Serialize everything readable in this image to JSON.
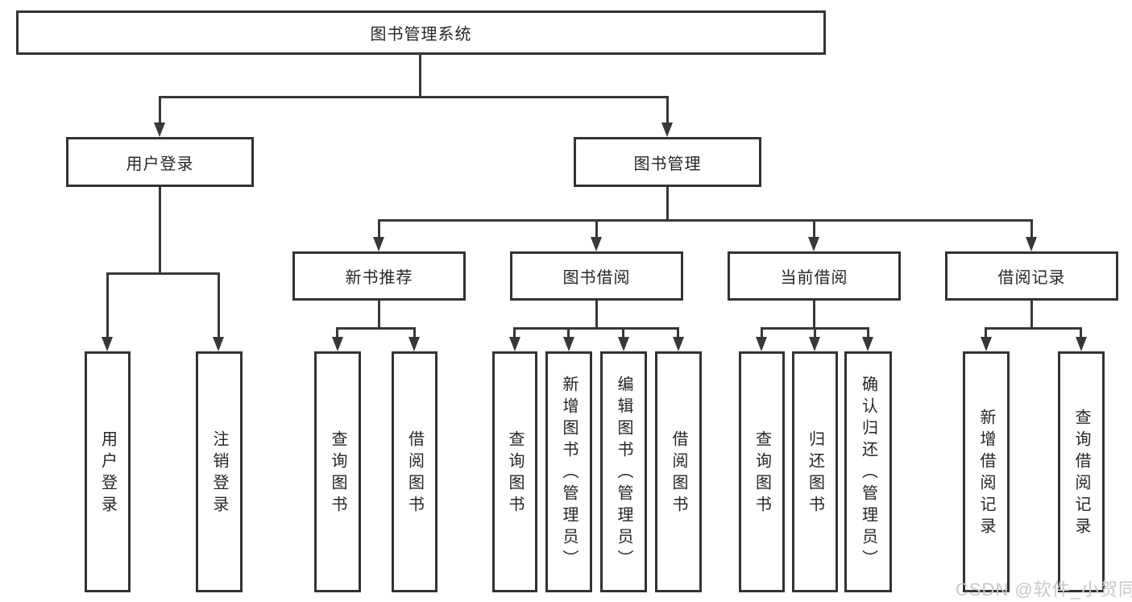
{
  "diagram": {
    "type": "hierarchy-tree",
    "line_color": "#383838",
    "box_border_color": "#333333",
    "text_color": "#262626",
    "watermark_color": "#c9c9c9"
  },
  "tree": {
    "label": "图书管理系统",
    "children": [
      {
        "label": "用户登录",
        "children": [
          {
            "label": "用户登录"
          },
          {
            "label": "注销登录"
          }
        ]
      },
      {
        "label": "图书管理",
        "children": [
          {
            "label": "新书推荐",
            "children": [
              {
                "label": "查询图书"
              },
              {
                "label": "借阅图书"
              }
            ]
          },
          {
            "label": "图书借阅",
            "children": [
              {
                "label": "查询图书"
              },
              {
                "label": "新增图书（管理员）"
              },
              {
                "label": "编辑图书（管理员）"
              },
              {
                "label": "借阅图书"
              }
            ]
          },
          {
            "label": "当前借阅",
            "children": [
              {
                "label": "查询图书"
              },
              {
                "label": "归还图书"
              },
              {
                "label": "确认归还（管理员）"
              }
            ]
          },
          {
            "label": "借阅记录",
            "children": [
              {
                "label": "新增借阅记录"
              },
              {
                "label": "查询借阅记录"
              }
            ]
          }
        ]
      }
    ]
  },
  "watermark": {
    "text": "CSDN @软件_小贺同学"
  }
}
